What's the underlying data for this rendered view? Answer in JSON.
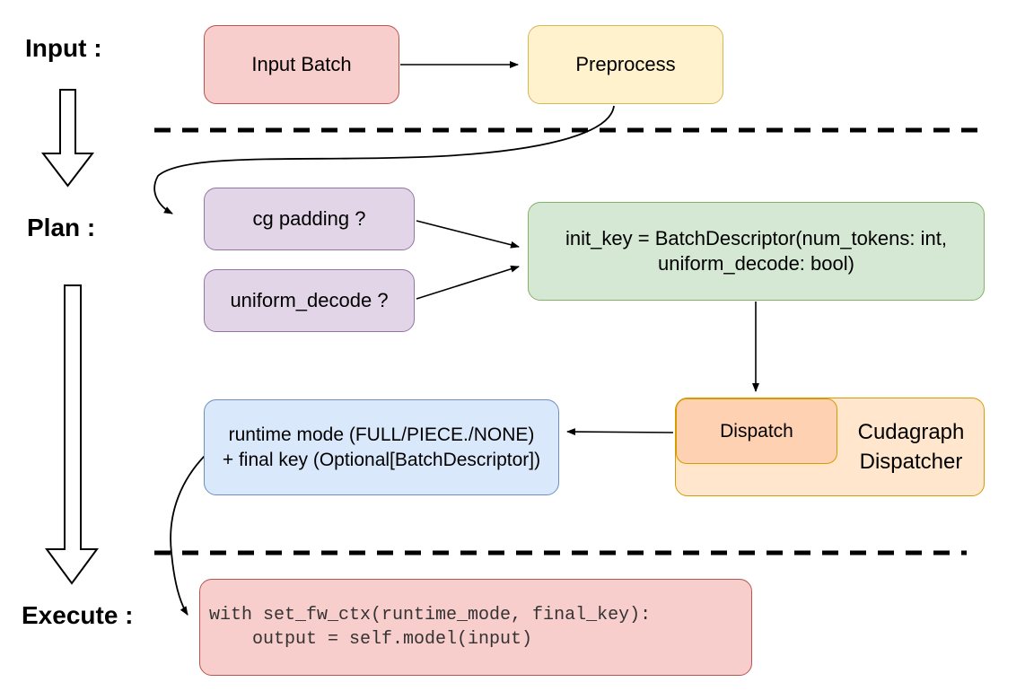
{
  "title": "Cudagraph dispatch flow diagram",
  "section_labels": {
    "input": "Input :",
    "plan": "Plan :",
    "execute": "Execute :"
  },
  "nodes": {
    "input_batch": {
      "label": "Input Batch",
      "fill": "#f8cecc",
      "stroke": "#b85450"
    },
    "preprocess": {
      "label": "Preprocess",
      "fill": "#fff2cc",
      "stroke": "#d6b656"
    },
    "cg_padding": {
      "label": "cg padding ?",
      "fill": "#e1d5e7",
      "stroke": "#9673a6"
    },
    "uniform_decode": {
      "label": "uniform_decode ?",
      "fill": "#e1d5e7",
      "stroke": "#9673a6"
    },
    "init_key": {
      "line1": "init_key = BatchDescriptor(num_tokens: int,",
      "line2": "uniform_decode: bool)",
      "fill": "#d5e8d4",
      "stroke": "#82b366"
    },
    "dispatch": {
      "label": "Dispatch",
      "fill": "#ffd1b3",
      "stroke": "#d79b00"
    },
    "cudagraph_dispatcher": {
      "label": "Cudagraph Dispatcher",
      "fill": "#ffe6cc",
      "stroke": "#d79b00"
    },
    "runtime_mode": {
      "line1": "runtime mode (FULL/PIECE./NONE)",
      "line2": "+ final key (Optional[BatchDescriptor])",
      "fill": "#dae8fc",
      "stroke": "#6c8ebf"
    },
    "execute_code": {
      "line1": "with set_fw_ctx(runtime_mode, final_key):",
      "line2": "    output = self.model(input)",
      "fill": "#f8cecc",
      "stroke": "#b85450"
    }
  },
  "connector_color": "#000000"
}
